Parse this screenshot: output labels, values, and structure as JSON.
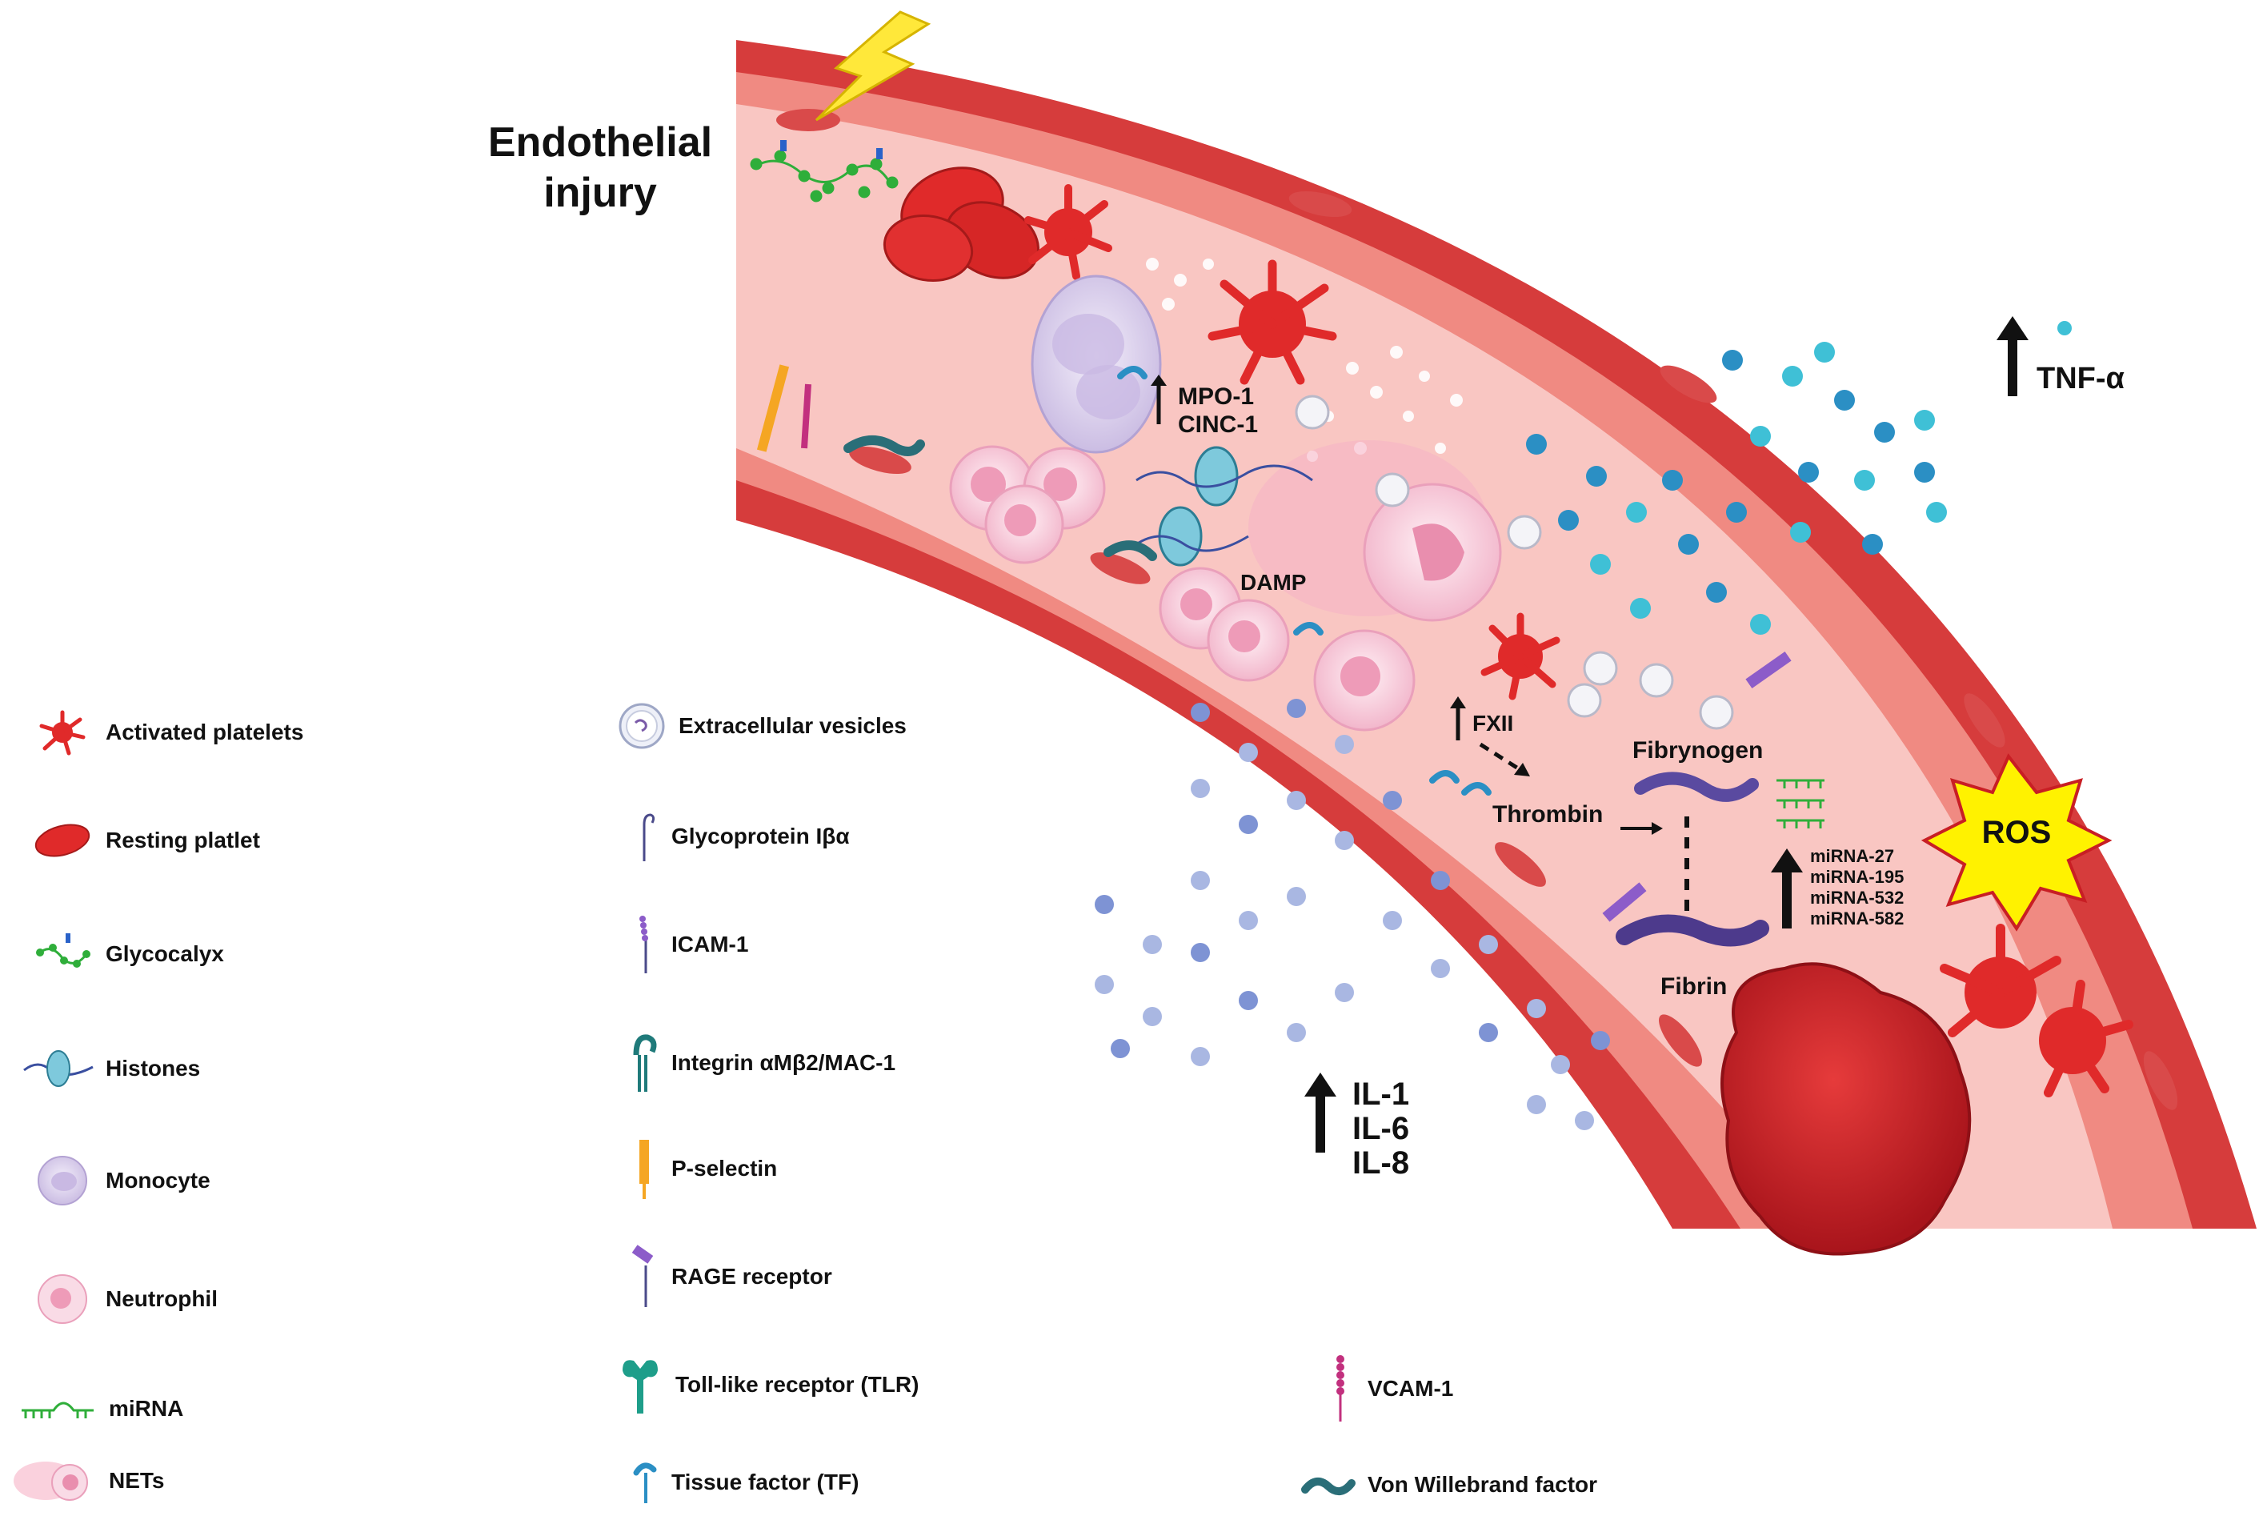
{
  "title_lines": [
    "Endothelial",
    "injury"
  ],
  "labels": {
    "mpo": "MPO-1",
    "cinc": "CINC-1",
    "damp": "DAMP",
    "fxii": "FXII",
    "thrombin": "Thrombin",
    "fibrynogen": "Fibrynogen",
    "fibrin": "Fibrin",
    "tnf": "TNF-α",
    "ros": "ROS",
    "il1": "IL-1",
    "il6": "IL-6",
    "il8": "IL-8",
    "mirna_27": "miRNA-27",
    "mirna_195": "miRNA-195",
    "mirna_532": "miRNA-532",
    "mirna_582": "miRNA-582"
  },
  "legend": {
    "col1": [
      {
        "label": "Activated platelets",
        "icon": "activated-platelet-icon"
      },
      {
        "label": "Resting platlet",
        "icon": "resting-platelet-icon"
      },
      {
        "label": "Glycocalyx",
        "icon": "glycocalyx-icon"
      },
      {
        "label": "Histones",
        "icon": "histone-icon"
      },
      {
        "label": "Monocyte",
        "icon": "monocyte-icon"
      },
      {
        "label": "Neutrophil",
        "icon": "neutrophil-icon"
      },
      {
        "label": "miRNA",
        "icon": "mirna-icon"
      },
      {
        "label": "NETs",
        "icon": "nets-icon"
      }
    ],
    "col2": [
      {
        "label": "Extracellular vesicles",
        "icon": "vesicle-icon"
      },
      {
        "label": "Glycoprotein Iβα",
        "icon": "glycoprotein-icon"
      },
      {
        "label": "ICAM-1",
        "icon": "icam-icon"
      },
      {
        "label": "Integrin αMβ2/MAC-1",
        "icon": "integrin-icon"
      },
      {
        "label": "P-selectin",
        "icon": "p-selectin-icon"
      },
      {
        "label": "RAGE receptor",
        "icon": "rage-receptor-icon"
      },
      {
        "label": "Toll-like receptor (TLR)",
        "icon": "tlr-icon"
      },
      {
        "label": "Tissue factor (TF)",
        "icon": "tissue-factor-icon"
      }
    ],
    "col3": [
      {
        "label": "VCAM-1",
        "icon": "vcam-icon"
      },
      {
        "label": "Von Willebrand factor",
        "icon": "vwf-icon"
      }
    ]
  },
  "colors": {
    "vessel_outer": "#d63c3c",
    "vessel_inner": "#e96464",
    "endothelium": "#f08a82",
    "lumen": "#f9c6c2",
    "platelet": "#e02a2a",
    "clot": "#c81e24",
    "monocyte": "#d8cbe8",
    "neutrophil": "#f6c9d8",
    "blue_dot": "#2b8fc4",
    "lavender_dot": "#a9b7e2",
    "ros_fill": "#fff200",
    "mirna": "#2fae3a",
    "fibrin": "#4d3a8c"
  }
}
